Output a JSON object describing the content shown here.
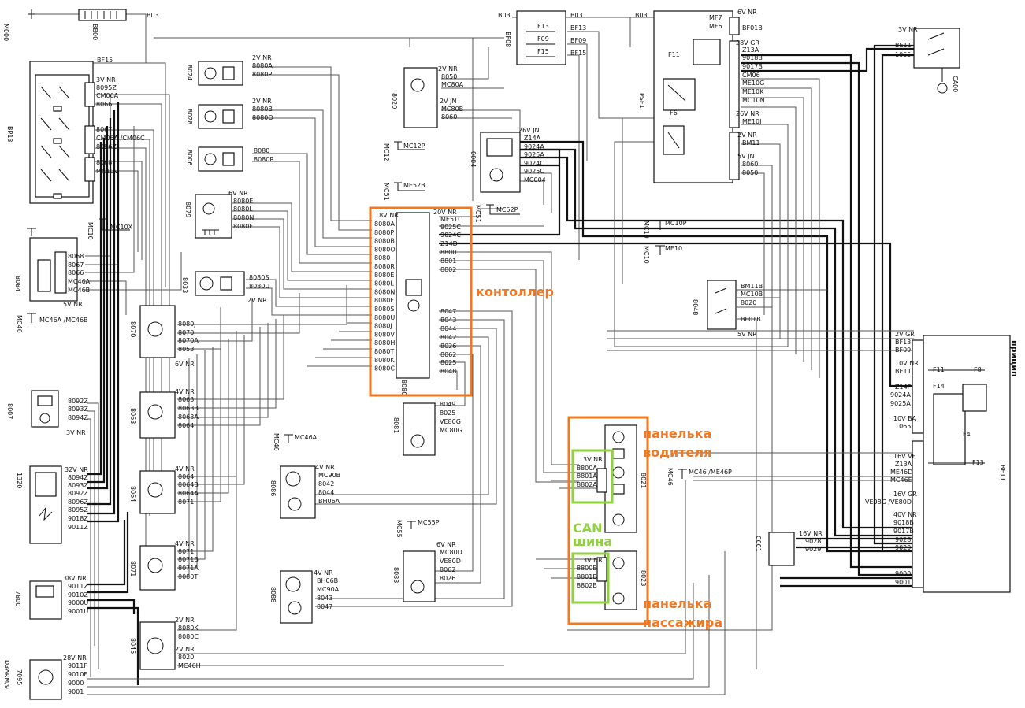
{
  "colors": {
    "orange": "#f07820",
    "green": "#8fd13f",
    "wire": "#555555",
    "ink": "#111111"
  },
  "annotations": {
    "controller": "контоллер",
    "driver_panel_1": "панелька",
    "driver_panel_2": "водителя",
    "passenger_panel_1": "панелька",
    "passenger_panel_2": "пассажира",
    "can_1": "CAN",
    "can_2": "шина",
    "right_title": "прицип"
  },
  "components": {
    "m000": "M000",
    "bb00": "BB00",
    "bf15": "BF15",
    "bp13": "BP13",
    "mc10": "MC10",
    "mc10x": "MC10X",
    "b084": "8084",
    "mc46": "MC46",
    "b024": "8024",
    "b028": "8028",
    "b006": "8006",
    "b079": "8079",
    "b033": "8033",
    "b070": "8070",
    "b063": "8063",
    "b064": "8064",
    "b071": "8071",
    "b045": "8045",
    "b007": "8007",
    "c1320": "1320",
    "c7800": "7800",
    "c7095": "7095",
    "d3arm": "D3ARM/9",
    "b020": "8020",
    "bf08": "BF08",
    "psf1": "PSF1",
    "ca00": "CA00",
    "mc12": "MC12",
    "mc51": "MC51",
    "c0004": "0004",
    "mc51b": "MC51",
    "mc10b": "MC10",
    "mc10c": "MC10",
    "b048": "8048",
    "b081": "8081",
    "b086": "8086",
    "b088": "8088",
    "b083": "8083",
    "b021": "8021",
    "b023": "8023",
    "mc46b": "MC46",
    "mc55": "MC55",
    "c001": "C001",
    "be11": "BE11",
    "b080": "8080"
  },
  "labels": {
    "b03_a": "B03",
    "b03_b": "B03",
    "b03_c": "B03",
    "b03_d": "B03",
    "bf15_w": "BF15",
    "f13": "F13",
    "f09": "F09",
    "f15": "F15",
    "bf13_o": "BF13",
    "bf09_o": "BF09",
    "bf15_o": "BF15",
    "bp_3v": "3V NR",
    "bp_8095z": "8095Z",
    "bp_cm06a": "CM06A",
    "bp_8066": "8066",
    "bp_8067": "8067",
    "bp_cm06ac": "CM06A /CM06C",
    "bp_8096z": "8096Z",
    "bp_8068": "8068",
    "bp_mc10v": "MC10V",
    "b084_8068": "8068",
    "b084_8067": "8067",
    "b084_8066": "8066",
    "b084_mc46a": "MC46A",
    "b084_mc46b": "MC46B",
    "b084_5v": "5V NR",
    "b084_mc46ab": "MC46A /MC46B",
    "b024_2v": "2V NR",
    "b024_8080a": "8080A",
    "b024_8080p": "8080P",
    "b028_2v": "2V NR",
    "b028_8080b": "8080B",
    "b028_8080o": "8080O",
    "b006_8080": "8080",
    "b006_8080r": "8080R",
    "b079_6v": "6V NR",
    "b079_8080e": "8080E",
    "b079_8080l": "8080L",
    "b079_8080n": "8080N",
    "b079_8080f": "8080F",
    "b033_8080s": "8080S",
    "b033_8080u": "8080U",
    "b033_2v": "2V NR",
    "b070_8080j": "8080J",
    "b070_8070": "8070",
    "b070_8070a": "8070A",
    "b070_8053": "8053",
    "b070_6v": "6V NR",
    "b063_4v": "4V NR",
    "b063_8063": "8063",
    "b063_8063b": "8063B",
    "b063_8063a": "8063A",
    "b063_8064": "8064",
    "b064_4v": "4V NR",
    "b064_8064": "8064",
    "b064_8064b": "8064B",
    "b064_8064a": "8064A",
    "b064_8071": "8071",
    "b071_4v": "4V NR",
    "b071_8071": "8071",
    "b071_8071b": "8071B",
    "b071_8071a": "8071A",
    "b071_8080t": "8080T",
    "b045_2v": "2V NR",
    "b045_8080k": "8080K",
    "b045_8080c": "8080C",
    "b045_2v2": "2V NR",
    "b045_8020": "8020",
    "b045_mc46h": "MC46H",
    "b007_8092z": "8092Z",
    "b007_8093z": "8093Z",
    "b007_8094z": "8094Z",
    "b007_3v": "3V NR",
    "c1320_32v": "32V NR",
    "c1320_8094z": "8094Z",
    "c1320_8093z": "8093Z",
    "c1320_8092z": "8092Z",
    "c1320_8096z": "8096Z",
    "c1320_8095z": "8095Z",
    "c1320_9018z": "9018Z",
    "c1320_9011z": "9011Z",
    "c7800_38v": "38V NR",
    "c7800_9011z": "9011Z",
    "c7800_9010z": "9010Z",
    "c7800_9000u": "9000U",
    "c7800_9001u": "9001U",
    "c7095_28v": "28V NR",
    "c7095_9011f": "9011F",
    "c7095_9010f": "9010F",
    "c7095_9000": "9000",
    "c7095_9001": "9001",
    "ctl_18v": "18V NR",
    "ctl_20v": "20V NR",
    "ctl_l": [
      "8080A",
      "8080P",
      "8080B",
      "8080O",
      "8080",
      "8080R",
      "8080E",
      "8080L",
      "8080N",
      "8080F",
      "8080S",
      "8080U",
      "8080J",
      "8080V",
      "8080H",
      "8080T",
      "8080K",
      "8080C"
    ],
    "ctl_r": [
      "ME51C",
      "9025C",
      "9024C",
      "Z14D",
      "8800",
      "8801",
      "8802",
      "8047",
      "8043",
      "8044",
      "8042",
      "8026",
      "8062",
      "8025",
      "8048"
    ],
    "b020_2v": "2V NR",
    "b020_8050": "8050",
    "b020_mc80a": "MC80A",
    "b020_2vj": "2V JN",
    "b020_mc80b": "MC80B",
    "b020_8060": "8060",
    "mc12p": "MC12P",
    "me52b": "ME52B",
    "mc52p": "MC52P",
    "c0004_26v": "26V JN",
    "c0004_z14a": "Z14A",
    "c0004_9024a": "9024A",
    "c0004_9025a": "9025A",
    "c0004_9024c": "9024C",
    "c0004_9025c": "9025C",
    "c0004_mc004": "MC004",
    "psf_6v": "6V NR",
    "psf_mf7": "MF7",
    "psf_mf6": "MF6",
    "psf_bf01b": "BF01B",
    "psf_28v": "28V GR",
    "psf_z13a": "Z13A",
    "psf_9018b": "9018B",
    "psf_9017b": "9017B",
    "psf_cm06": "CM06",
    "psf_me10g": "ME10G",
    "psf_me10k": "ME10K",
    "psf_mc10n": "MC10N",
    "psf_26v": "26V NR",
    "psf_me10j": "ME10J",
    "psf_2v": "2V NR",
    "psf_bm11": "BM11",
    "psf_5v": "5V JN",
    "psf_8060": "8060",
    "psf_8050": "8050",
    "psf_f11": "F11",
    "psf_f6": "F6",
    "ca_3v": "3V NR",
    "ca_be11": "BE11",
    "ca_1065": "1065",
    "mc10p": "MC10P",
    "me10": "ME10",
    "b048_bm11b": "BM11B",
    "b048_mc10b": "MC10B",
    "b048_8020": "8020",
    "b048_bf01b": "BF01B",
    "b048_5v": "5V NR",
    "b081_8049": "8049",
    "b081_8025": "8025",
    "b081_ve80g": "VE80G",
    "b081_mc80g": "MC80G",
    "mc46a": "MC46A",
    "b086_4v": "4V NR",
    "b086_mc90b": "MC90B",
    "b086_8042": "8042",
    "b086_8044": "8044",
    "b086_bh06a": "BH06A",
    "mc55p": "MC55P",
    "b083_6v": "6V NR",
    "b083_mc80d": "MC80D",
    "b083_ve80d": "VE80D",
    "b083_8062": "8062",
    "b083_8026": "8026",
    "b088_4v": "4V NR",
    "b088_bh06b": "BH06B",
    "b088_mc90a": "MC90A",
    "b088_8043": "8043",
    "b088_8047": "8047",
    "b021_3v": "3V NR",
    "b021_8800a": "8800A",
    "b021_8801a": "8801A",
    "b021_8802a": "8802A",
    "b023_3v": "3V NR",
    "b023_8800b": "8800B",
    "b023_8801b": "8801B",
    "b023_8802b": "8802B",
    "mc46me46p": "MC46 /ME46P",
    "c001_16v": "16V NR",
    "c001_9028": "9028",
    "c001_9029": "9029",
    "be_2v": "2V GR",
    "be_bf13": "BF13",
    "be_bf09": "BF09",
    "be_10v": "10V NR",
    "be_be11": "BE11",
    "be_f11": "F11",
    "be_f8": "F8",
    "be_z14p": "Z14P",
    "be_f14": "F14",
    "be_9024a": "9024A",
    "be_9025a": "9025A",
    "be_10vba": "10V BA",
    "be_1065": "1065",
    "be_f4": "F4",
    "be_16vve": "16V VE",
    "be_z13a": "Z13A",
    "be_me46d": "ME46D",
    "be_mc46e": "MC46E",
    "be_f13": "F13",
    "be_16vgr": "16V GR",
    "be_ve08g": "VE08G /VE80D",
    "be_40v": "40V NR",
    "be_9018b": "9018B",
    "be_9017b": "9017B",
    "be_9028": "9028",
    "be_9029": "9029",
    "be_9000": "9000",
    "be_9001": "9001"
  }
}
